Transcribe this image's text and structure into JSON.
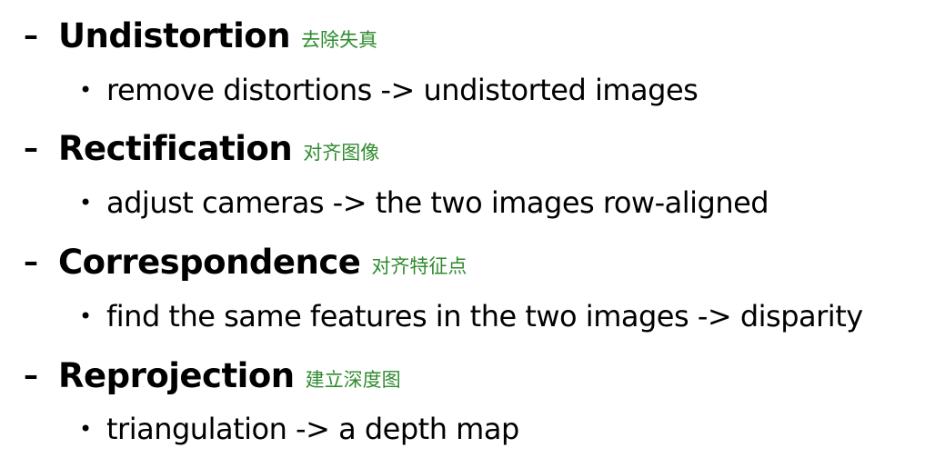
{
  "items": [
    {
      "dash": "–",
      "heading": "Undistortion",
      "gloss": "去除失真",
      "bullet": "•",
      "detail": "remove distortions -> undistorted images"
    },
    {
      "dash": "–",
      "heading": "Rectification",
      "gloss": "对齐图像",
      "bullet": "•",
      "detail": "adjust cameras ->  the two images row-aligned"
    },
    {
      "dash": "–",
      "heading": "Correspondence",
      "gloss": "对齐特征点",
      "bullet": "•",
      "detail": "find the same features in the two images -> disparity"
    },
    {
      "dash": "–",
      "heading": "Reprojection",
      "gloss": "建立深度图",
      "bullet": "•",
      "detail": "triangulation -> a depth map"
    }
  ],
  "colors": {
    "text": "#000000",
    "gloss": "#2e8b2e",
    "background": "#ffffff"
  }
}
